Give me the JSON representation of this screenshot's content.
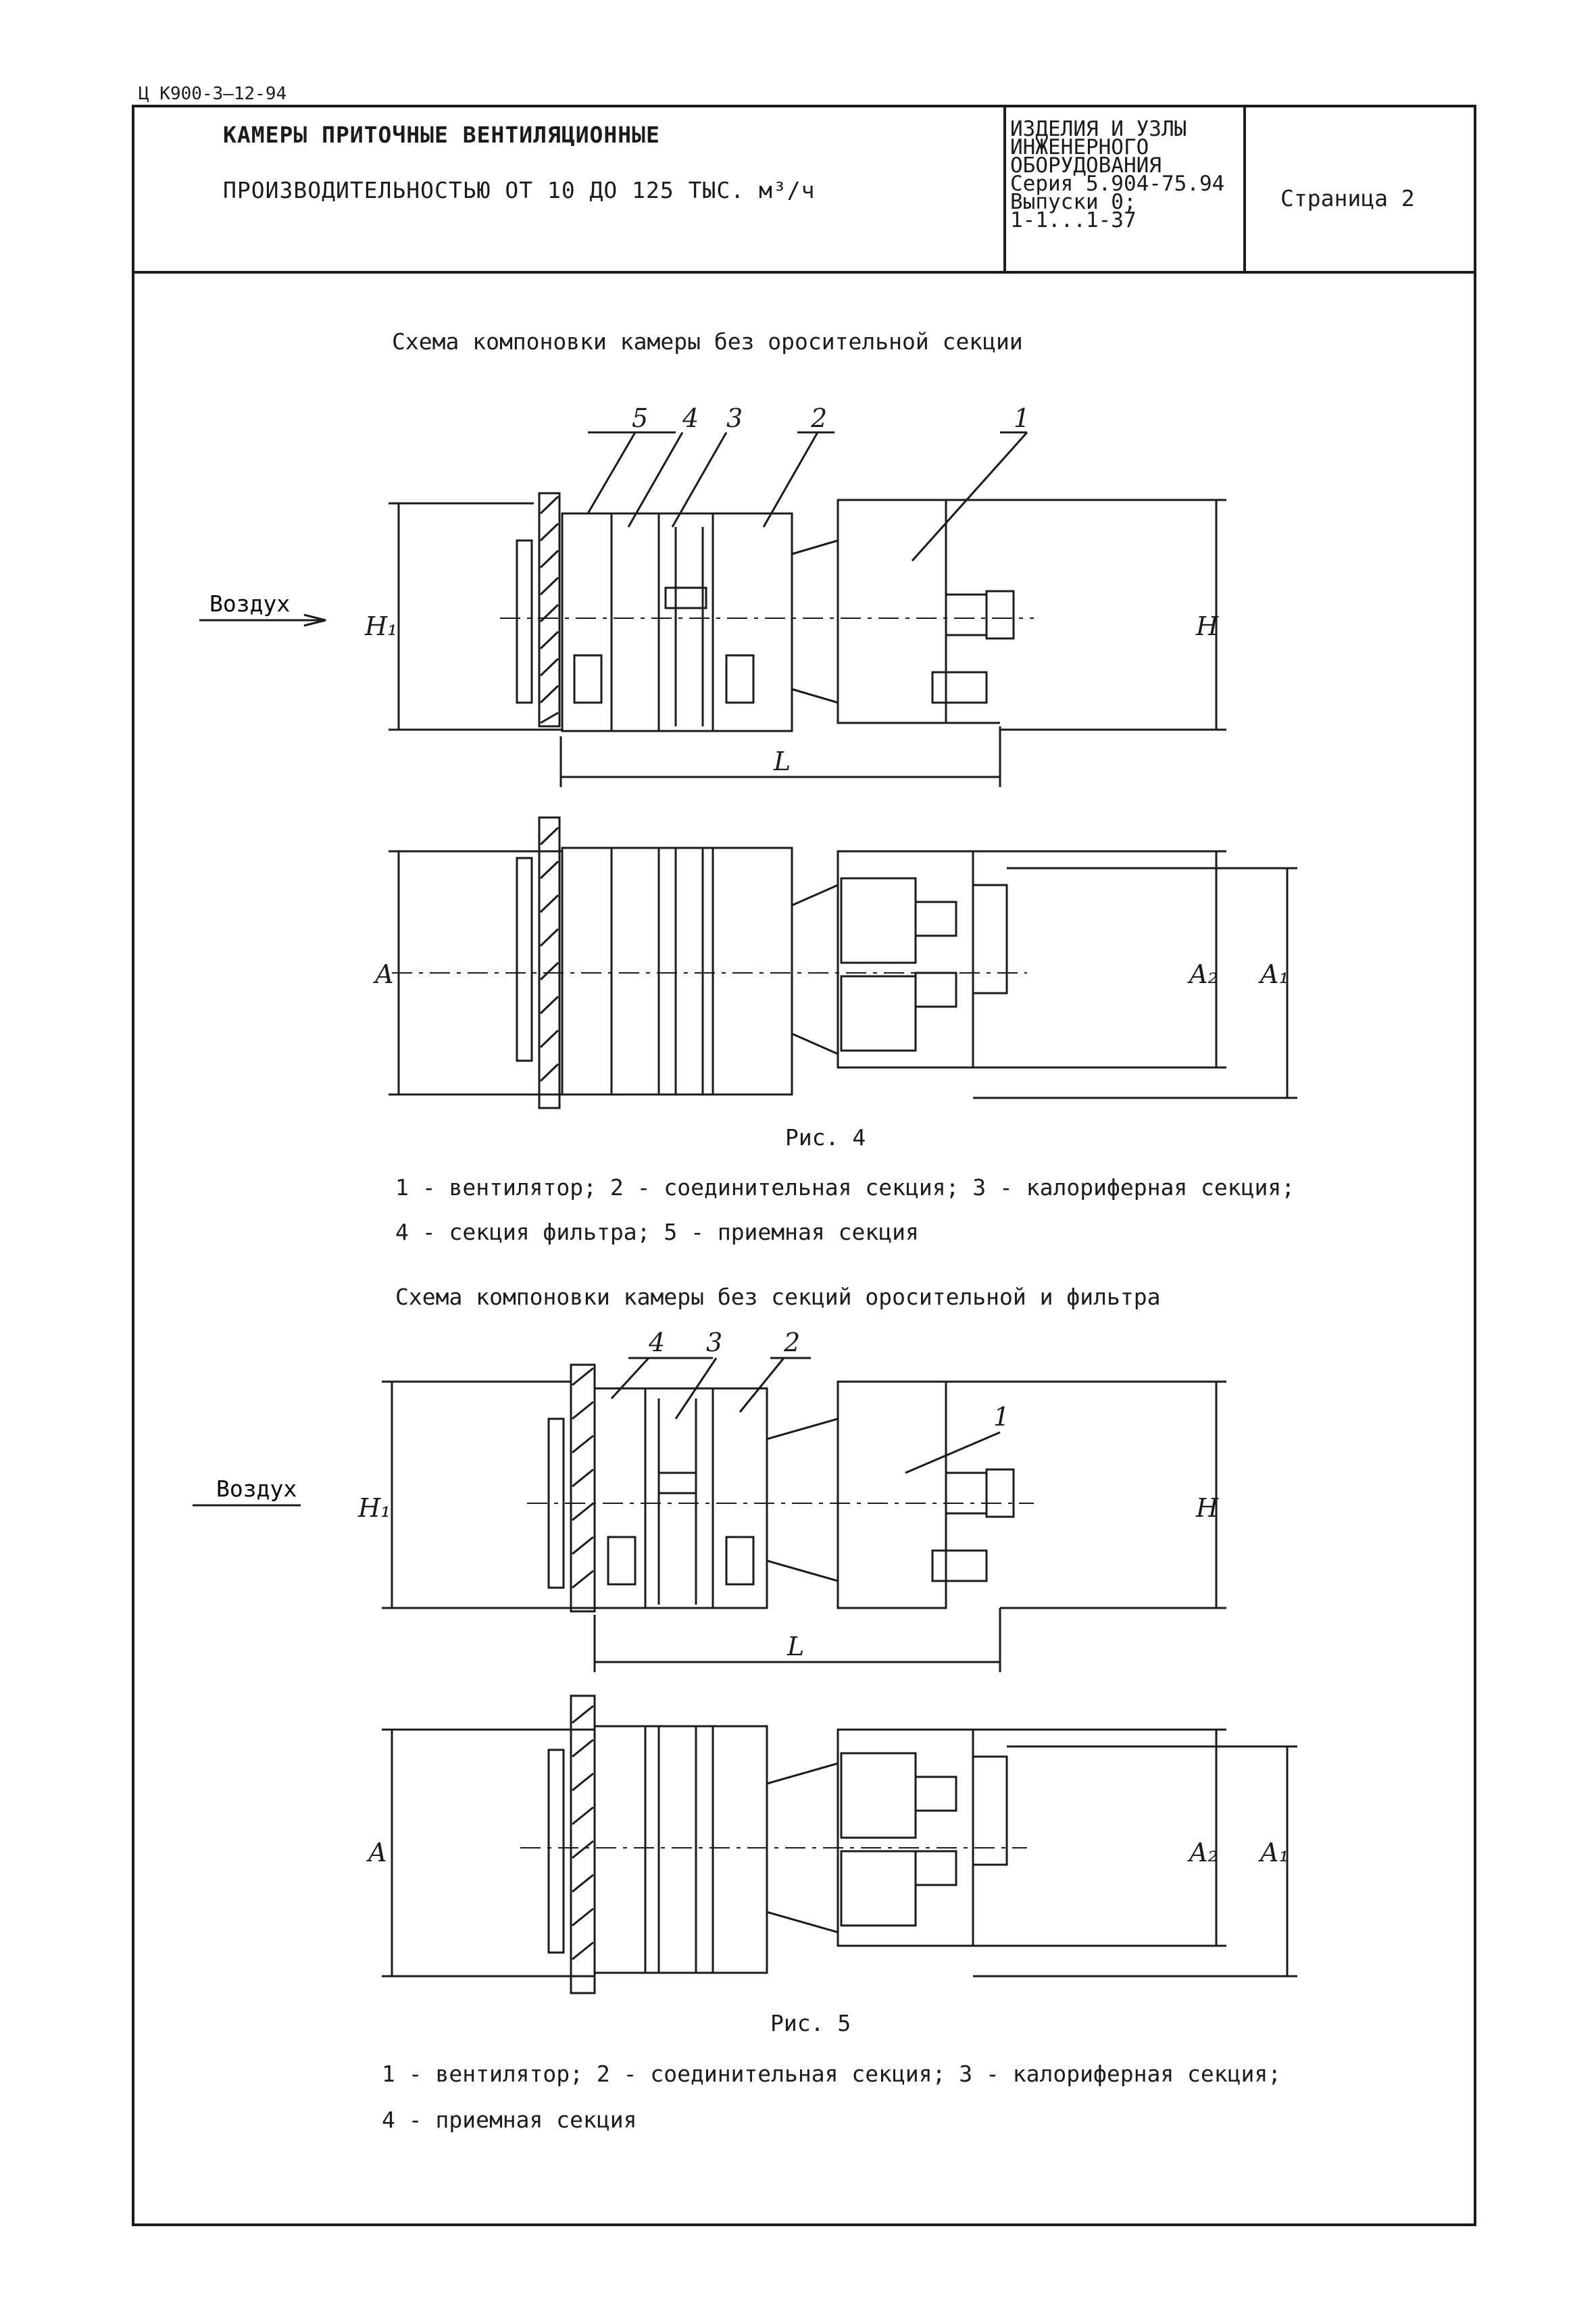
{
  "doc_code": "Ц К900-3—12-94",
  "header": {
    "title_line1": "КАМЕРЫ ПРИТОЧНЫЕ ВЕНТИЛЯЦИОННЫЕ",
    "title_line2": "ПРОИЗВОДИТЕЛЬНОСТЬЮ ОТ 10 ДО 125 ТЫС. м³/ч",
    "series_block": "ИЗДЕЛИЯ И УЗЛЫ\nИНЖЕНЕРНОГО\nОБОРУДОВАНИЯ\nСерия 5.904-75.94\nВыпуски 0;\n1-1...1-37",
    "page_label": "Страница 2"
  },
  "fig4": {
    "heading": "Схема компоновки камеры без оросительной секции",
    "air_label": "Воздух",
    "callouts": [
      "5",
      "4",
      "3",
      "2",
      "1"
    ],
    "dims": {
      "h1": "H₁",
      "h": "H",
      "l": "L",
      "a": "A",
      "a2": "A₂",
      "a1": "A₁"
    },
    "caption": "Рис. 4",
    "legend_line1": "1 - вентилятор; 2 - соединительная секция; 3 - калориферная секция;",
    "legend_line2": "4 - секция фильтра; 5 - приемная секция"
  },
  "fig5": {
    "heading": "Схема компоновки камеры без секций оросительной и фильтра",
    "air_label": "Воздух",
    "callouts": [
      "4",
      "3",
      "2",
      "1"
    ],
    "dims": {
      "h1": "H₁",
      "h": "H",
      "l": "L",
      "a": "A",
      "a2": "A₂",
      "a1": "A₁"
    },
    "caption": "Рис. 5",
    "legend_line1": "1 - вентилятор; 2 - соединительная секция; 3 - калориферная секция;",
    "legend_line2": "4 - приемная секция"
  }
}
